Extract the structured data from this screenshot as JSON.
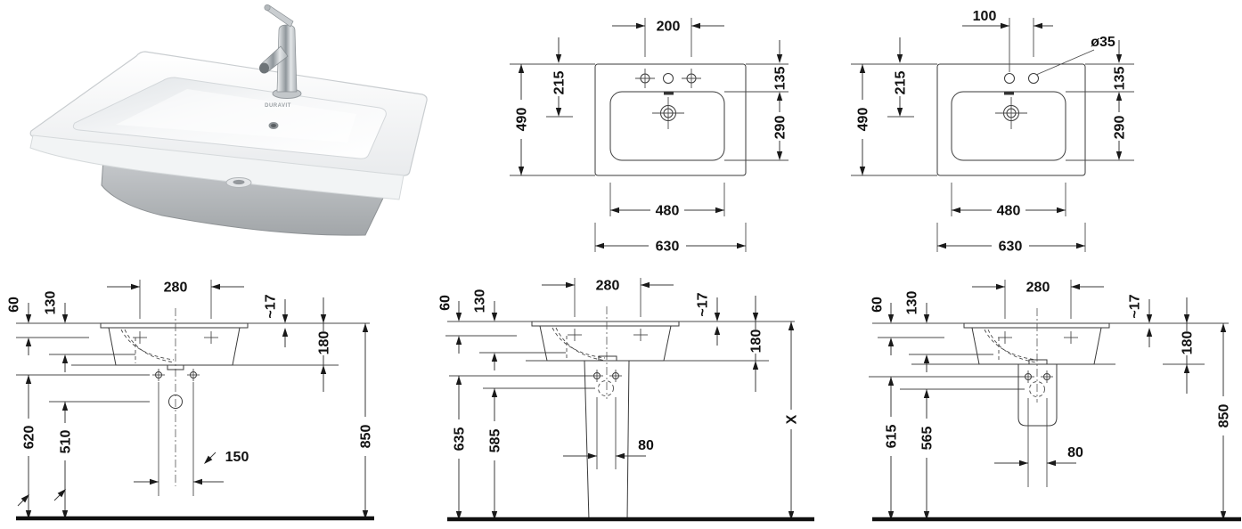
{
  "photo": {
    "brand": "DURAVIT"
  },
  "top_view_three_hole": {
    "tap_spacing": "200",
    "depth": "490",
    "rear_to_drain": "215",
    "rear_to_basin": "135",
    "basin_depth": "290",
    "basin_width": "480",
    "overall_width": "630"
  },
  "top_view_single_hole": {
    "tap_offset": "100",
    "hole_diameter": "ø35",
    "depth": "490",
    "rear_to_drain": "215",
    "rear_to_basin": "135",
    "basin_depth": "290",
    "basin_width": "480",
    "overall_width": "630"
  },
  "front_wall_mounted": {
    "fixing_spacing": "280",
    "rim_drop_small": "60",
    "rim_drop_large": "130",
    "rim_thickness": "~17",
    "body_height": "180",
    "fixing_height": "620",
    "drain_height": "510",
    "drain_offset": "150",
    "rim_height": "850"
  },
  "front_pedestal": {
    "fixing_spacing": "280",
    "rim_drop_small": "60",
    "rim_drop_large": "130",
    "rim_thickness": "~17",
    "body_height": "180",
    "fixing_height": "635",
    "drain_height": "585",
    "pedestal_width": "80",
    "total_height": "X"
  },
  "front_siphon_cover": {
    "fixing_spacing": "280",
    "rim_drop_small": "60",
    "rim_drop_large": "130",
    "rim_thickness": "~17",
    "body_height": "180",
    "fixing_height": "615",
    "drain_height": "565",
    "cover_width": "80",
    "rim_height": "850"
  }
}
